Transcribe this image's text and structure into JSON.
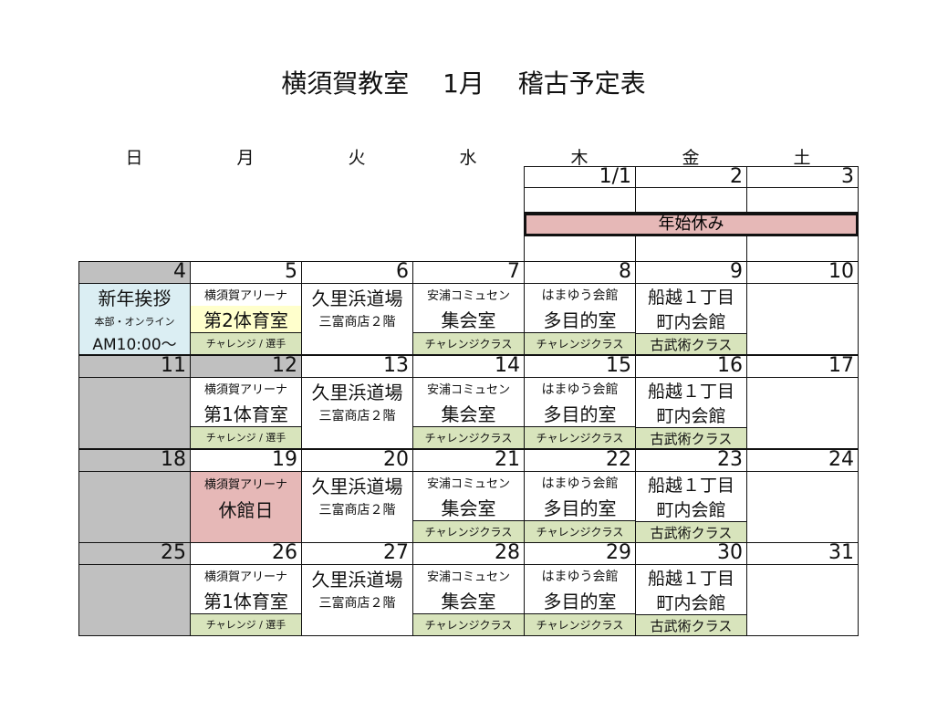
{
  "title": "横須賀教室　 1月　 稽古予定表",
  "weekdays": [
    "日",
    "月",
    "火",
    "水",
    "木",
    "金",
    "土"
  ],
  "holiday_band": "年始休み",
  "colors": {
    "gray": "#c0c0c0",
    "green": "#d8e4bc",
    "yellow": "#ffffcc",
    "blue": "#dbeef3",
    "red": "#e6b8b7"
  },
  "first_week_dates": [
    "1/1",
    "2",
    "3"
  ],
  "weeks": [
    {
      "dates": [
        "4",
        "5",
        "6",
        "7",
        "8",
        "9",
        "10"
      ],
      "gray_dates": [
        0
      ]
    },
    {
      "dates": [
        "11",
        "12",
        "13",
        "14",
        "15",
        "16",
        "17"
      ],
      "gray_dates": [
        0,
        1
      ]
    },
    {
      "dates": [
        "18",
        "19",
        "20",
        "21",
        "22",
        "23",
        "24"
      ],
      "gray_dates": [
        0
      ]
    },
    {
      "dates": [
        "25",
        "26",
        "27",
        "28",
        "29",
        "30",
        "31"
      ],
      "gray_dates": [
        0
      ]
    }
  ],
  "sunday_event": {
    "title": "新年挨拶",
    "place": "本部・オンライン",
    "time": "AM10:00～"
  },
  "schedule": {
    "mon": {
      "venue": "横須賀アリーナ",
      "room_w1": "第2体育室",
      "room": "第1体育室",
      "closed": "休館日",
      "class": "チャレンジ / 選手"
    },
    "tue": {
      "venue": "久里浜道場",
      "room": "三富商店２階"
    },
    "wed": {
      "venue": "安浦コミュセン",
      "room": "集会室",
      "class": "チャレンジクラス"
    },
    "thu": {
      "venue": "はまゆう会館",
      "room": "多目的室",
      "class": "チャレンジクラス"
    },
    "fri": {
      "venue": "船越１丁目",
      "room": "町内会館",
      "class": "古武術クラス"
    }
  }
}
